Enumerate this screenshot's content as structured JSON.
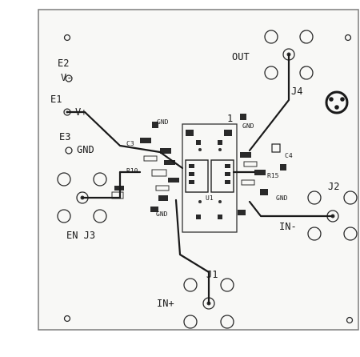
{
  "board": {
    "labels": {
      "e2": "E2",
      "v_minus": "V-",
      "e1": "E1",
      "v_plus": "V+",
      "e3": "E3",
      "gnd_left": "GND",
      "en_j3": "EN J3",
      "out": "OUT",
      "j4": "J4",
      "j2": "J2",
      "in_minus": "IN-",
      "j1": "J1",
      "in_plus": "IN+",
      "gnd_top": "GND",
      "gnd_top_right": "GND",
      "gnd_right": "GND",
      "gnd_bottom": "GND",
      "u1": "U1",
      "one": "1",
      "c3": "C3",
      "c4": "C4",
      "r10": "R10",
      "r15": "R15"
    }
  }
}
